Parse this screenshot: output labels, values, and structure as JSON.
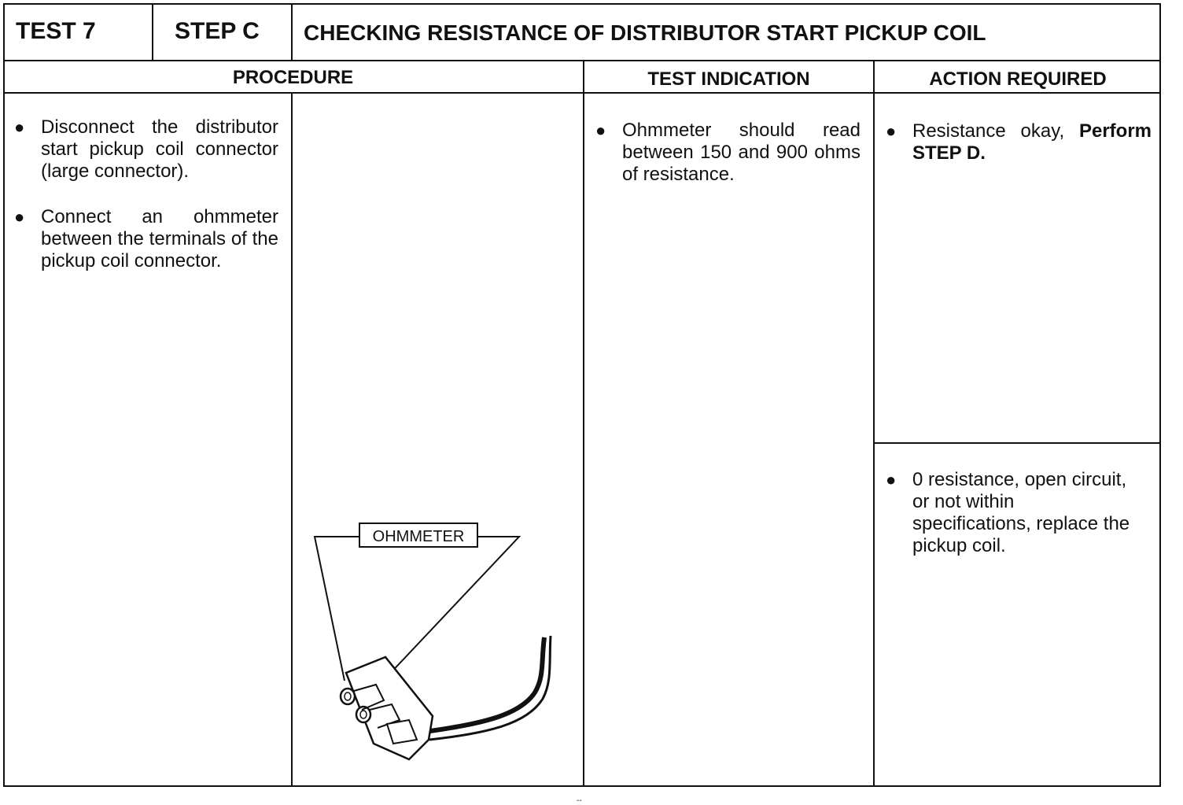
{
  "header": {
    "test": "TEST 7",
    "step": "STEP C",
    "title": "CHECKING RESISTANCE OF DISTRIBUTOR START PICKUP COIL"
  },
  "columns": {
    "procedure": "PROCEDURE",
    "test_indication": "TEST INDICATION",
    "action_required": "ACTION REQUIRED"
  },
  "procedure": {
    "items": [
      "Disconnect the distributor start pickup coil connector (large connector).",
      "Connect an ohmmeter between the terminals of the pickup coil connector."
    ]
  },
  "diagram": {
    "meter_label": "OHMMETER"
  },
  "test_indication": {
    "items": [
      "Ohmmeter should read between 150 and 900 ohms of resistance."
    ]
  },
  "actions": {
    "ok_text": "Resistance okay, ",
    "ok_bold": "Perform STEP D.",
    "fail_text": "0 resistance, open circuit, or not within specifications, replace the pickup coil."
  },
  "footer": {
    "mark": "--"
  },
  "icons": {
    "bullet": "bullet-dot-icon"
  }
}
